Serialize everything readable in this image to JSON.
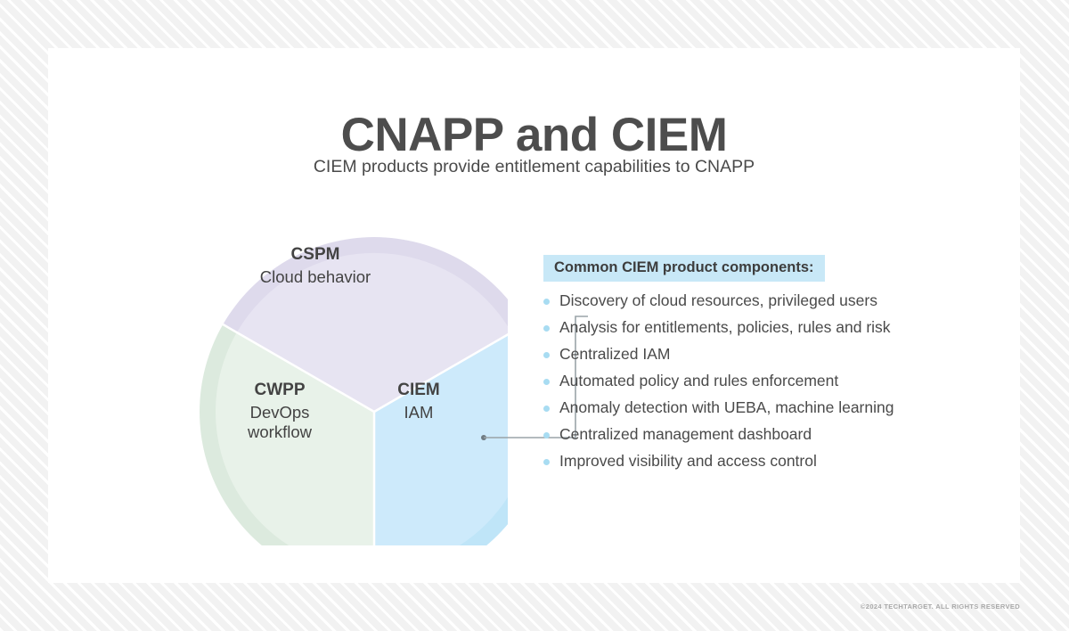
{
  "header": {
    "title": "CNAPP and CIEM",
    "subtitle": "CIEM products provide entitlement capabilities to CNAPP"
  },
  "chart_data": {
    "type": "pie",
    "title": "CNAPP and CIEM",
    "subtitle": "CIEM products provide entitlement capabilities to CNAPP",
    "legend_position": "inside-slices",
    "grid": false,
    "categories": [
      "CSPM",
      "CIEM",
      "CWPP"
    ],
    "values": [
      33.33,
      33.33,
      33.33
    ],
    "slices": [
      {
        "name": "CSPM",
        "label": "CSPM",
        "sublabel": "Cloud behavior",
        "value": 33.33,
        "start_angle": -60,
        "end_angle": 60,
        "color_outer": "#dedaec",
        "color_inner": "#e7e4f2"
      },
      {
        "name": "CIEM",
        "label": "CIEM",
        "sublabel": "IAM",
        "value": 33.33,
        "start_angle": 60,
        "end_angle": 180,
        "color_outer": "#bfe5f8",
        "color_inner": "#cdeafb"
      },
      {
        "name": "CWPP",
        "label": "CWPP",
        "sublabel": "DevOps\nworkflow",
        "sublabel_line1": "DevOps",
        "sublabel_line2": "workflow",
        "value": 33.33,
        "start_angle": 180,
        "end_angle": 300,
        "color_outer": "#dceade",
        "color_inner": "#e8f2e9"
      }
    ]
  },
  "callout": {
    "header": "Common CIEM product components:",
    "header_bg": "#c8e8f7",
    "bullet_color": "#a8dcf2",
    "items": [
      "Discovery of cloud resources, privileged users",
      "Analysis for entitlements, policies, rules and risk",
      "Centralized IAM",
      "Automated policy and rules enforcement",
      "Anomaly detection with UEBA, machine learning",
      "Centralized management dashboard",
      "Improved visibility and access control"
    ]
  },
  "footer": {
    "copyright": "©2024 TECHTARGET. ALL RIGHTS RESERVED"
  }
}
